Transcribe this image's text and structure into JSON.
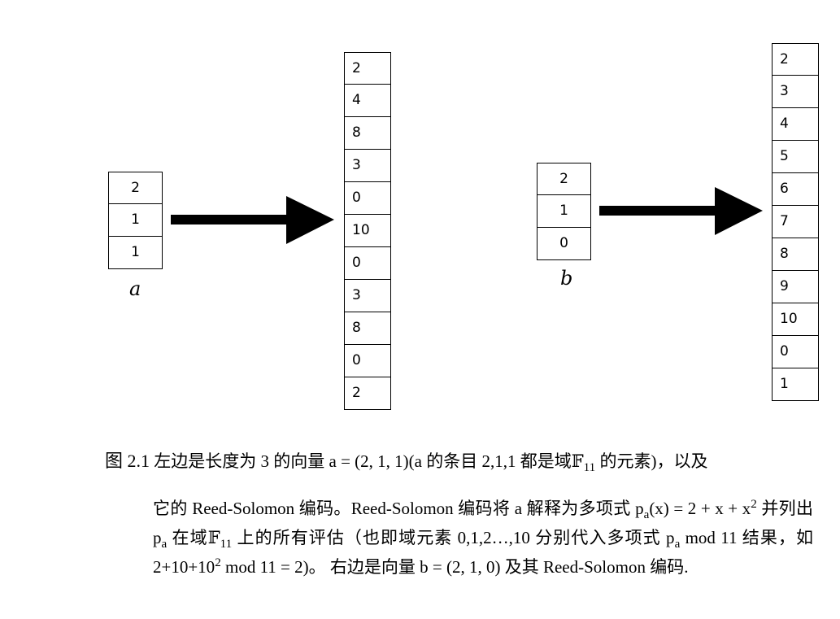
{
  "vector_a": {
    "label": "a",
    "entries": [
      "2",
      "1",
      "1"
    ],
    "encoding": [
      "2",
      "4",
      "8",
      "3",
      "0",
      "10",
      "0",
      "3",
      "8",
      "0",
      "2"
    ]
  },
  "vector_b": {
    "label": "b",
    "entries": [
      "2",
      "1",
      "0"
    ],
    "encoding": [
      "2",
      "3",
      "4",
      "5",
      "6",
      "7",
      "8",
      "9",
      "10",
      "0",
      "1"
    ]
  },
  "caption": {
    "figure_number": "图 2.1",
    "seg1": " 左边是长度为 3 的向量 a = (2, 1, 1)(a 的条目 2,1,1 都是域",
    "field_F": "𝔽",
    "field_sub": "11",
    "seg2": " 的元素)，以及",
    "seg3": "它的 Reed-Solomon 编码。Reed-Solomon 编码将 a 解释为多项式 p",
    "p_sub": "a",
    "seg4": "(x) = 2 + x + x",
    "sq": "2",
    "seg5": " 并列出 p",
    "seg6": " 在域",
    "seg7": " 上的所有评估（也即域元素 0,1,2…,10 分别代入多项式 p",
    "seg8": " mod 11 结果，如 2+10+10",
    "seg9": " mod 11 = 2)。 右边是向量 b = (2, 1, 0) 及其 Reed-Solomon 编码."
  }
}
